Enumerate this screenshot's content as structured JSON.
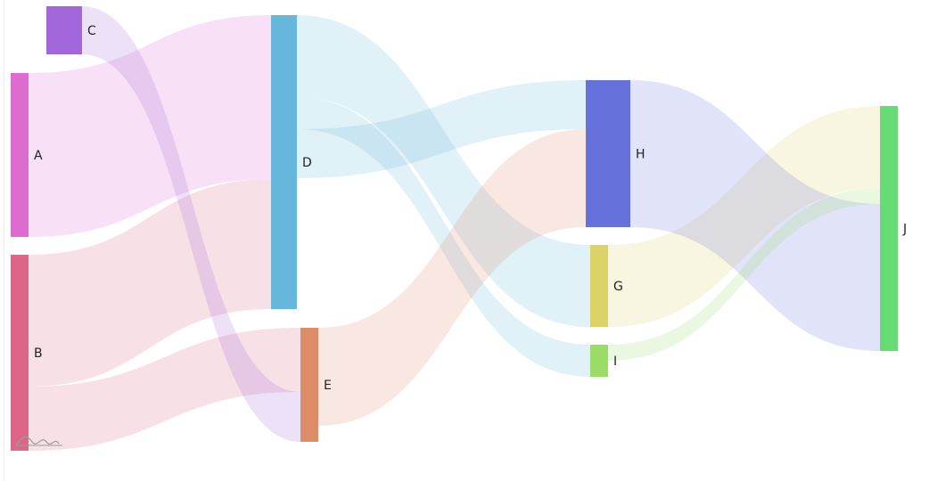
{
  "diagram": {
    "type": "sankey",
    "nodes": [
      {
        "id": "A",
        "label": "A",
        "color": "#dd6bd0"
      },
      {
        "id": "B",
        "label": "B",
        "color": "#dd6688"
      },
      {
        "id": "C",
        "label": "C",
        "color": "#a367dc"
      },
      {
        "id": "D",
        "label": "D",
        "color": "#67b7dc"
      },
      {
        "id": "E",
        "label": "E",
        "color": "#dc8c67"
      },
      {
        "id": "H",
        "label": "H",
        "color": "#6771dc"
      },
      {
        "id": "G",
        "label": "G",
        "color": "#dcd267"
      },
      {
        "id": "I",
        "label": "I",
        "color": "#9bdc67"
      },
      {
        "id": "J",
        "label": "J",
        "color": "#67dc75"
      }
    ],
    "links": [
      {
        "from": "A",
        "to": "D",
        "color": "#dd6bd0"
      },
      {
        "from": "B",
        "to": "D",
        "color": "#dd6688"
      },
      {
        "from": "B",
        "to": "E",
        "color": "#dd6688"
      },
      {
        "from": "C",
        "to": "E",
        "color": "#a367dc"
      },
      {
        "from": "D",
        "to": "G",
        "color": "#67b7dc"
      },
      {
        "from": "D",
        "to": "I",
        "color": "#67b7dc"
      },
      {
        "from": "D",
        "to": "H",
        "color": "#67b7dc"
      },
      {
        "from": "E",
        "to": "H",
        "color": "#dc8c67"
      },
      {
        "from": "G",
        "to": "J",
        "color": "#dcd267"
      },
      {
        "from": "H",
        "to": "J",
        "color": "#6771dc"
      },
      {
        "from": "I",
        "to": "J",
        "color": "#9bdc67"
      }
    ]
  },
  "watermark": {
    "icon": "chart-logo-icon"
  }
}
